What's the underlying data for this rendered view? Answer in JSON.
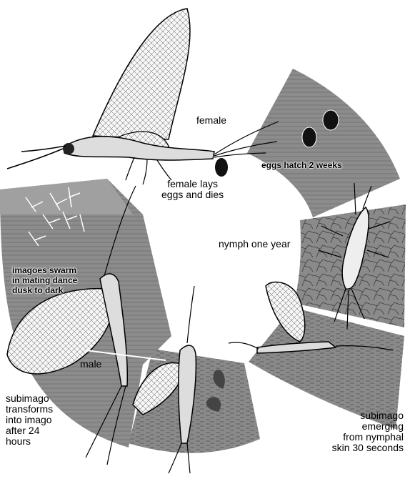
{
  "diagram": {
    "colors": {
      "ink": "#000000",
      "band": "#8a8a8a",
      "paper": "#ffffff",
      "wing": "#f4f4f4"
    },
    "stages": [
      {
        "key": "adult_female",
        "label": "female"
      },
      {
        "key": "egg_laying",
        "label": "female lays\neggs and dies"
      },
      {
        "key": "eggs",
        "label": "eggs hatch 2 weeks"
      },
      {
        "key": "nymph",
        "label": "nymph one year"
      },
      {
        "key": "emergence",
        "label": "subimago\nemerging\nfrom nymphal\nskin 30 seconds"
      },
      {
        "key": "molt",
        "label": "subimago\ntransforms\ninto imago\nafter 24\nhours"
      },
      {
        "key": "adult_male",
        "label": "male"
      },
      {
        "key": "swarm",
        "label": "imagoes swarm\nin mating dance\ndusk to dark"
      }
    ]
  }
}
